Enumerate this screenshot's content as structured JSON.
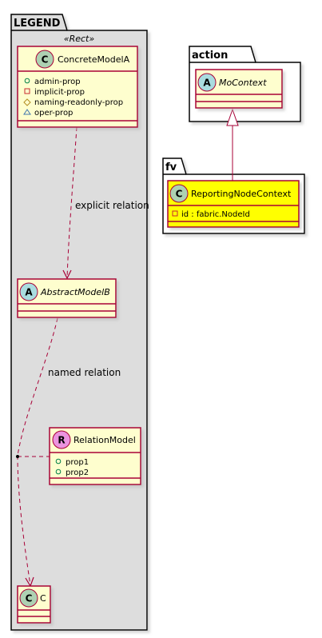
{
  "packages": {
    "legend": {
      "name": "LEGEND",
      "stereotype": "«Rect»"
    },
    "action": {
      "name": "action"
    },
    "fv": {
      "name": "fv"
    }
  },
  "classes": {
    "concrete_model_a": {
      "kind_letter": "C",
      "name": "ConcreteModelA",
      "attributes": [
        {
          "visibility": "public",
          "text": "admin-prop"
        },
        {
          "visibility": "private",
          "text": "implicit-prop"
        },
        {
          "visibility": "protected",
          "text": "naming-readonly-prop"
        },
        {
          "visibility": "package",
          "text": "oper-prop"
        }
      ]
    },
    "abstract_model_b": {
      "kind_letter": "A",
      "name": "AbstractModelB"
    },
    "relation_model": {
      "kind_letter": "R",
      "name": "RelationModel",
      "attributes": [
        {
          "visibility": "public",
          "text": "prop1"
        },
        {
          "visibility": "public",
          "text": "prop2"
        }
      ]
    },
    "c": {
      "kind_letter": "C",
      "name": "C"
    },
    "mo_context": {
      "kind_letter": "A",
      "name": "MoContext"
    },
    "reporting_node_context": {
      "kind_letter": "C",
      "name": "ReportingNodeContext",
      "attributes": [
        {
          "visibility": "private",
          "text": "id : fabric.NodeId"
        }
      ]
    }
  },
  "relations": {
    "explicit": "explicit relation",
    "named": "named relation"
  },
  "colors": {
    "class_fill": "#FEFECE",
    "class_border": "#A80036",
    "highlight_fill": "#FFFF00",
    "package_fill": "#DDDDDD",
    "circle_class": "#ADD1B2",
    "circle_abstract": "#A9DCDF",
    "circle_relation": "#EB93DF"
  }
}
